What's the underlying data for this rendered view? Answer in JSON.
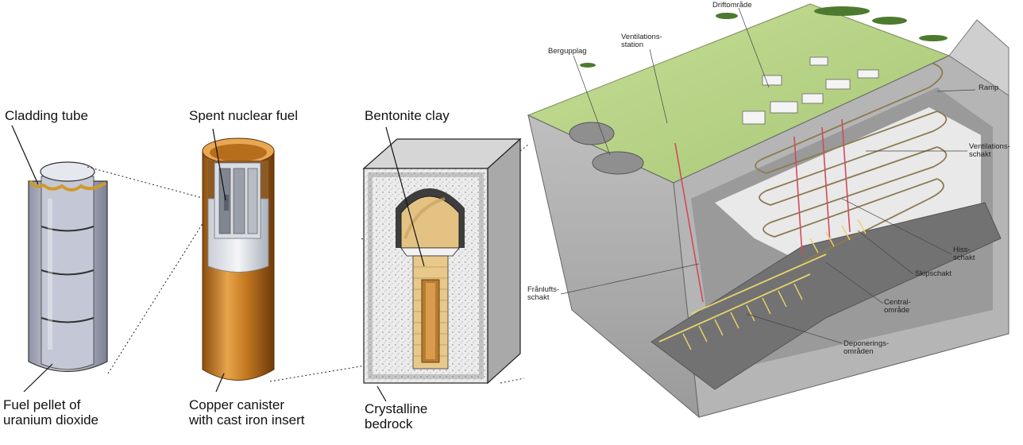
{
  "left_panel": {
    "labels": {
      "cladding_tube": "Cladding tube",
      "spent_nuclear_fuel": "Spent nuclear fuel",
      "bentonite_clay": "Bentonite clay",
      "fuel_pellet_line1": "Fuel pellet of",
      "fuel_pellet_line2": "uranium dioxide",
      "copper_canister_line1": "Copper canister",
      "copper_canister_line2": "with cast iron insert",
      "crystalline_line1": "Crystalline",
      "crystalline_line2": "bedrock"
    }
  },
  "right_panel": {
    "labels": {
      "driftomrade": "Driftområde",
      "ventilationsstation_line1": "Ventilations-",
      "ventilationsstation_line2": "station",
      "bergupplag": "Bergupplag",
      "ramp": "Ramp",
      "ventilationsschakt_line1": "Ventilations-",
      "ventilationsschakt_line2": "schakt",
      "hissschakt_line1": "Hiss-",
      "hissschakt_line2": "schakt",
      "skipschakt": "Skipschakt",
      "franluftsschakt_line1": "Frånlufts-",
      "franluftsschakt_line2": "schakt",
      "centralomrade_line1": "Central-",
      "centralomrade_line2": "område",
      "deponeringsomraden_line1": "Deponerings-",
      "deponeringsomraden_line2": "områden"
    }
  },
  "colors": {
    "copper": "#c9892e",
    "bentonite": "#e8c98a",
    "rock": "#c8c8c8",
    "grass": "#b8d48a",
    "shaft_red": "#d24a5a",
    "tunnel_yellow": "#e8d36a"
  }
}
